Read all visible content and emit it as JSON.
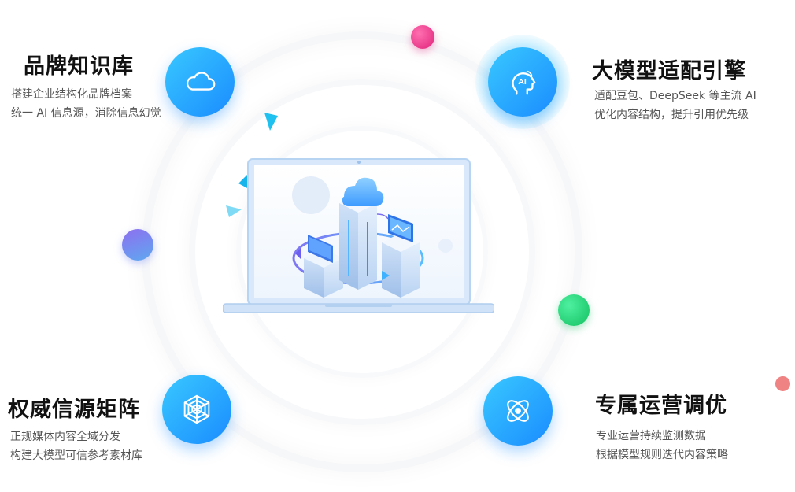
{
  "features": [
    {
      "id": "brand-kb",
      "icon": "cloud-icon",
      "title": "品牌知识库",
      "lines": [
        "搭建企业结构化品牌档案",
        "统一 AI 信息源，消除信息幻觉"
      ]
    },
    {
      "id": "model-adapt",
      "icon": "ai-head-icon",
      "title": "大模型适配引擎",
      "lines": [
        "适配豆包、DeepSeek 等主流 AI",
        "优化内容结构，提升引用优先级"
      ]
    },
    {
      "id": "authority-matrix",
      "icon": "web-icon",
      "title": "权威信源矩阵",
      "lines": [
        "正规媒体内容全域分发",
        "构建大模型可信参考素材库"
      ]
    },
    {
      "id": "ops-tuning",
      "icon": "atom-icon",
      "title": "专属运营调优",
      "lines": [
        "专业运营持续监测数据",
        "根据模型规则迭代内容策略"
      ]
    }
  ],
  "center_illustration": "laptop-cloud-data-icon",
  "colors": {
    "icon_gradient_start": "#39c8ff",
    "icon_gradient_end": "#1a8cff",
    "dot_pink": "#e83a8c",
    "dot_purple": "#7b7cf0",
    "dot_green": "#1fd07a",
    "dot_red": "#ee7d7d"
  }
}
